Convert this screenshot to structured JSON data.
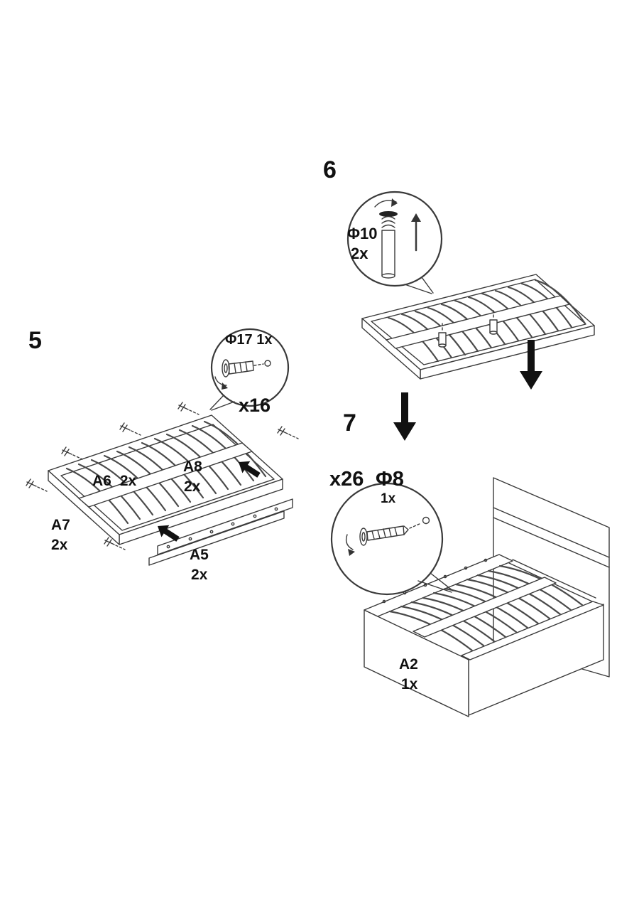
{
  "document": {
    "kind": "furniture-assembly-instructions"
  },
  "colors": {
    "line": "#3a3a3a",
    "arrow": "#111111",
    "background": "#ffffff"
  },
  "steps": {
    "step5": {
      "number": "5",
      "callout": {
        "part": "Φ17",
        "qty": "1x",
        "count": "x16"
      },
      "parts": {
        "a6": {
          "name": "A6",
          "qty": "2x"
        },
        "a8": {
          "name": "A8",
          "qty": "2x"
        },
        "a7": {
          "name": "A7",
          "qty": "2x"
        },
        "a5": {
          "name": "A5",
          "qty": "2x"
        }
      }
    },
    "step6": {
      "number": "6",
      "callout": {
        "part": "Φ10",
        "qty": "2x"
      }
    },
    "step7": {
      "number": "7",
      "callout": {
        "part": "Φ8",
        "qty": "1x",
        "count": "x26"
      },
      "parts": {
        "a2": {
          "name": "A2",
          "qty": "1x"
        }
      }
    }
  }
}
